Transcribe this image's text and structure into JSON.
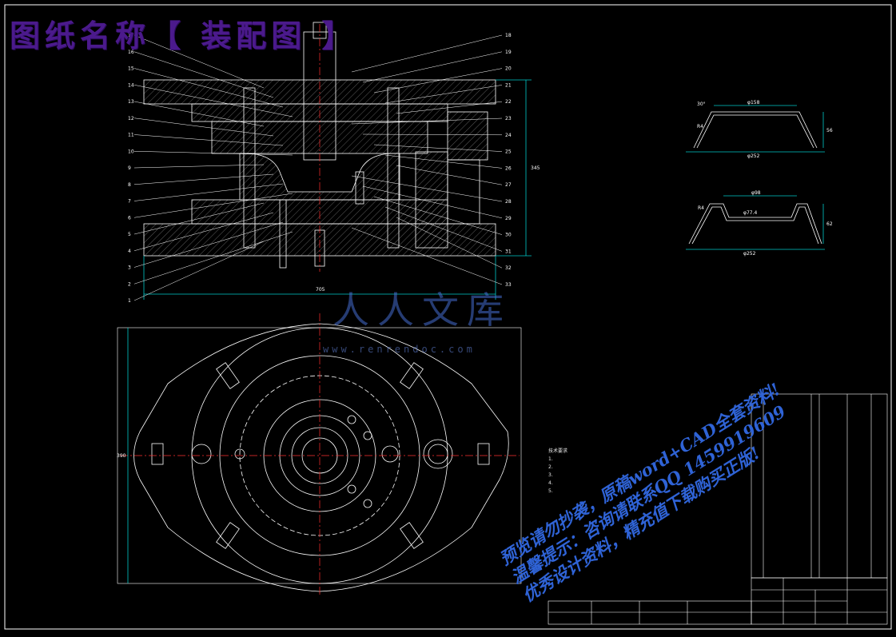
{
  "drawing": {
    "title": "图纸名称【 装配图 】",
    "watermark_logo": "人人文库",
    "watermark_url": "www.renrendoc.com",
    "watermark_lines": [
      "预览请勿抄袭，原稿word+CAD全套资料!",
      "温馨提示：咨询请联系QQ 1459919609",
      "优秀设计资料，精充值下载购买正版!"
    ],
    "notes_heading": "技术要求",
    "notes_lines": [
      "1.",
      "2.",
      "3.",
      "4.",
      "5."
    ],
    "dim_total_width": "705",
    "dim_height": "345",
    "dim_plan_height": "390",
    "part_callouts_left": [
      "17",
      "16",
      "15",
      "14",
      "13",
      "12",
      "11",
      "10",
      "9",
      "8",
      "7",
      "6",
      "5",
      "4",
      "3",
      "2",
      "1"
    ],
    "part_callouts_right": [
      "18",
      "19",
      "20",
      "21",
      "22",
      "23",
      "24",
      "25",
      "26",
      "27",
      "28",
      "29",
      "30",
      "31",
      "32",
      "33"
    ],
    "part1_dims": [
      "φ158",
      "φ252",
      "56",
      "R4",
      "30°"
    ],
    "part2_dims": [
      "φ98",
      "φ77.4",
      "φ252",
      "62",
      "R4"
    ]
  },
  "colors": {
    "line": "#ffffff",
    "center": "#ff3030",
    "dim": "#00c8c8",
    "yellow": "#e6e600",
    "title": "#4b1a8c",
    "watermark": "#2f63d6"
  }
}
